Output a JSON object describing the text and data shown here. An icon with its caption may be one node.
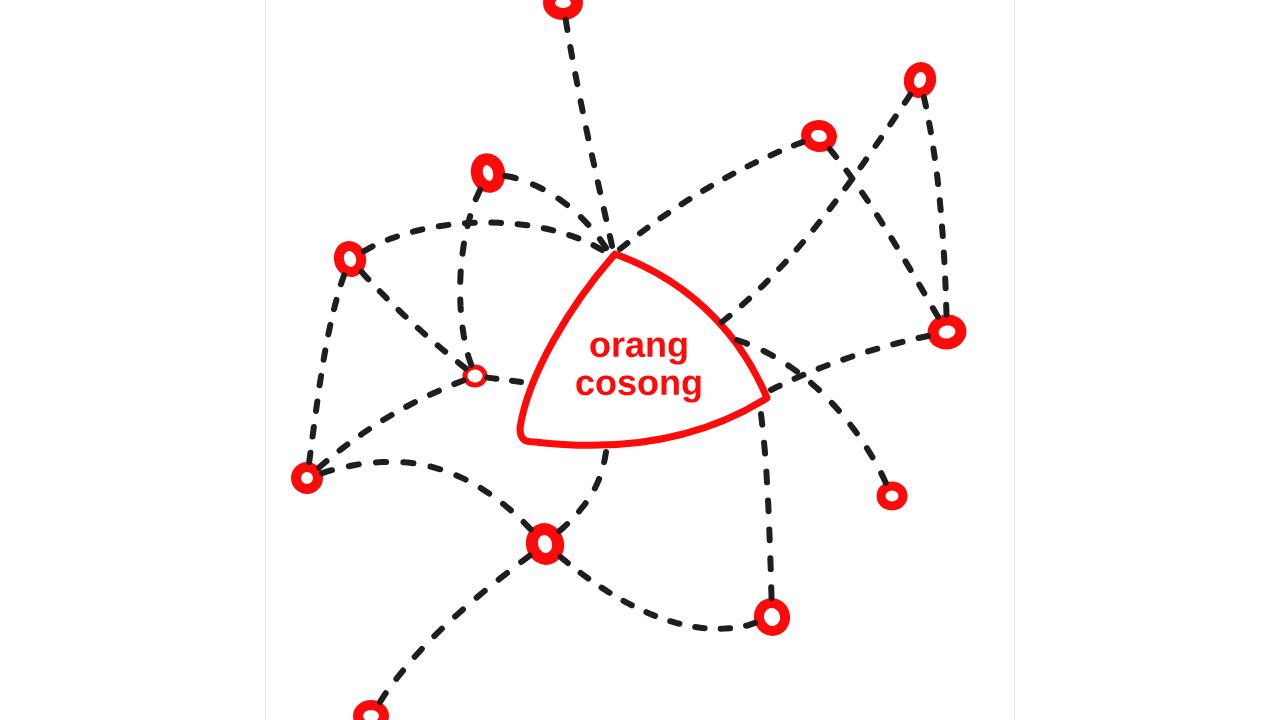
{
  "diagram": {
    "nodes": [
      {
        "text": [
          "orang cosong"
        ]
      },
      {
        "text": [],
        "shape": "circle"
      },
      {
        "text": [],
        "shape": "circle"
      },
      {
        "text": [],
        "shape": "circle"
      },
      {
        "text": [],
        "shape": "circle"
      },
      {
        "text": [],
        "shape": "circle"
      },
      {
        "text": [],
        "shape": "circle"
      },
      {
        "text": [],
        "shape": "circle"
      },
      {
        "text": [],
        "shape": "circle"
      },
      {
        "text": [],
        "shape": "circle"
      },
      {
        "text": [],
        "shape": "circle"
      },
      {
        "text": [],
        "shape": "circle"
      },
      {
        "text": [],
        "shape": "circle"
      }
    ],
    "edges": [
      {
        "from": 1,
        "to": 0,
        "arrow": "none",
        "style": "dashed"
      },
      {
        "from": 4,
        "to": 0,
        "arrow": "none",
        "style": "dashed"
      },
      {
        "from": 5,
        "to": 0,
        "arrow": "none",
        "style": "dashed"
      },
      {
        "from": 4,
        "to": 7,
        "arrow": "none",
        "style": "dashed"
      },
      {
        "from": 5,
        "to": 7,
        "arrow": "none",
        "style": "dashed"
      },
      {
        "from": 7,
        "to": 0,
        "arrow": "none",
        "style": "dashed"
      },
      {
        "from": 7,
        "to": 8,
        "arrow": "none",
        "style": "dashed"
      },
      {
        "from": 5,
        "to": 8,
        "arrow": "none",
        "style": "dashed"
      },
      {
        "from": 8,
        "to": 10,
        "arrow": "none",
        "style": "dashed"
      },
      {
        "from": 10,
        "to": 11,
        "arrow": "none",
        "style": "dashed"
      },
      {
        "from": 0,
        "to": 10,
        "arrow": "none",
        "style": "dashed"
      },
      {
        "from": 10,
        "to": 12,
        "arrow": "none",
        "style": "dashed"
      },
      {
        "from": 0,
        "to": 11,
        "arrow": "none",
        "style": "dashed"
      },
      {
        "from": 0,
        "to": 9,
        "arrow": "none",
        "style": "dashed"
      },
      {
        "from": 0,
        "to": 6,
        "arrow": "none",
        "style": "dashed"
      },
      {
        "from": 0,
        "to": 2,
        "arrow": "none",
        "style": "dashed"
      },
      {
        "from": 3,
        "to": 6,
        "arrow": "none",
        "style": "dashed"
      },
      {
        "from": 2,
        "to": 6,
        "arrow": "none",
        "style": "dashed"
      },
      {
        "from": 0,
        "to": 3,
        "arrow": "none",
        "style": "dashed"
      }
    ]
  }
}
